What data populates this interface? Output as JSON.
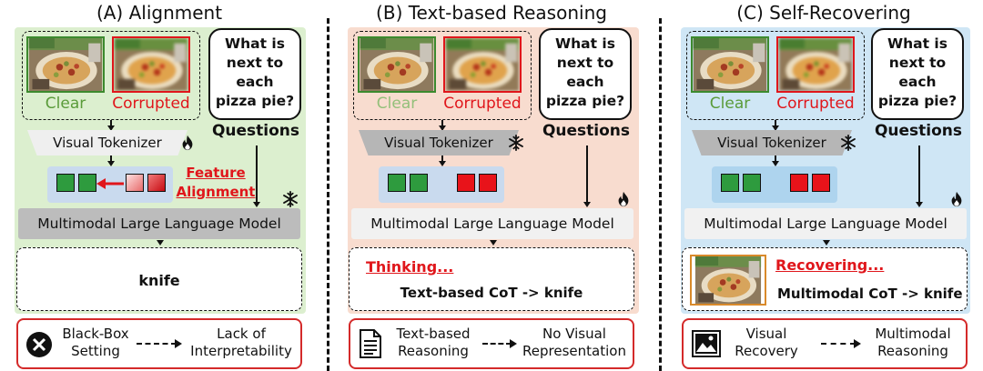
{
  "panels": [
    {
      "title": "(A) Alignment",
      "clear_label": "Clear",
      "corrupted_label": "Corrupted",
      "question": "What is\nnext to\neach\npizza pie?",
      "questions_label": "Questions",
      "tokenizer": "Visual Tokenizer",
      "tokenizer_state": "fire",
      "feature_alignment": "Feature\nAlignment",
      "mllm": "Multimodal Large Language Model",
      "mllm_state": "snowflake",
      "answer": "knife",
      "limit_left": "Black-Box\nSetting",
      "limit_right": "Lack of\nInterpretability",
      "limit_icon": "x-circle-icon"
    },
    {
      "title": "(B) Text-based Reasoning",
      "clear_label": "Clear",
      "corrupted_label": "Corrupted",
      "question": "What is\nnext to\neach\npizza pie?",
      "questions_label": "Questions",
      "tokenizer": "Visual Tokenizer",
      "tokenizer_state": "snowflake",
      "mllm": "Multimodal Large Language Model",
      "mllm_state": "fire",
      "thinking": "Thinking...",
      "answer": "Text-based CoT -> knife",
      "limit_left": "Text-based\nReasoning",
      "limit_right": "No Visual\nRepresentation",
      "limit_icon": "document-icon"
    },
    {
      "title": "(C) Self-Recovering",
      "clear_label": "Clear",
      "corrupted_label": "Corrupted",
      "question": "What is\nnext to\neach\npizza pie?",
      "questions_label": "Questions",
      "tokenizer": "Visual Tokenizer",
      "tokenizer_state": "snowflake",
      "mllm": "Multimodal Large Language Model",
      "mllm_state": "fire",
      "recovering": "Recovering...",
      "answer": "Multimodal CoT -> knife",
      "limit_left": "Visual\nRecovery",
      "limit_right": "Multimodal\nReasoning",
      "limit_icon": "image-icon"
    }
  ],
  "colors": {
    "panel_a_bg": "#dcefcf",
    "panel_b_bg": "#f8dccf",
    "panel_c_bg": "#cfe6f5",
    "clear_green": "#5a9b3a",
    "corrupted_red": "#e0161b",
    "border_red": "#d42a2a"
  }
}
